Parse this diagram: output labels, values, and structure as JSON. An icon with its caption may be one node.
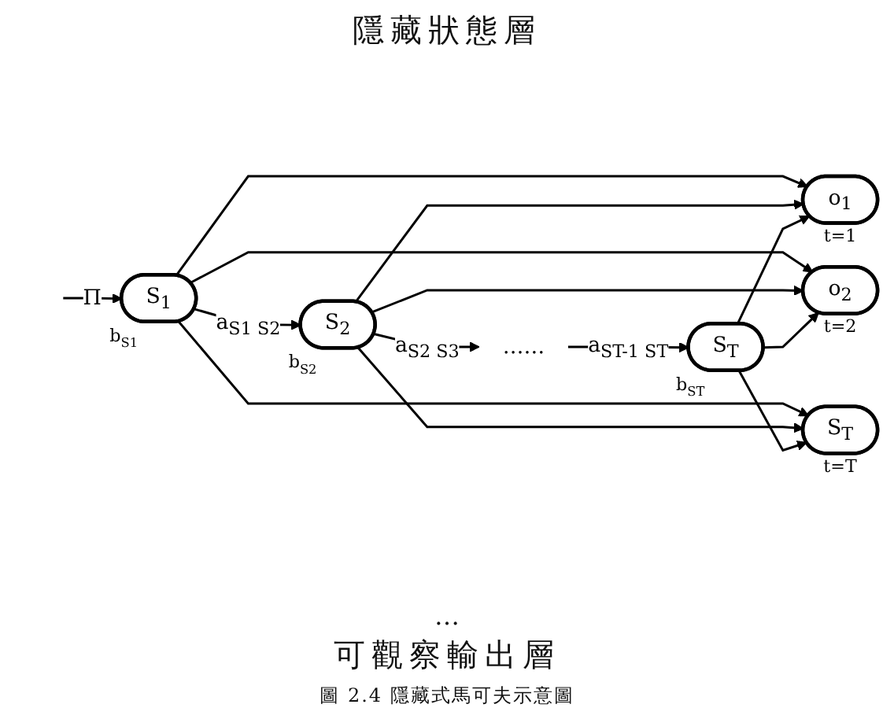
{
  "diagram": {
    "caption": "圖 2.4 隱藏式馬可夫示意圖",
    "nodes": [
      {
        "text": [
          "S$_{1}$"
        ],
        "beside": [
          "b$_{S1}$"
        ]
      },
      {
        "text": [
          "S$_{2}$"
        ],
        "beside": [
          "b$_{S2}$"
        ]
      },
      {
        "text": [
          "……"
        ]
      },
      {
        "text": [
          "S$_{T}$"
        ],
        "beside": [
          "b$_{ST}$"
        ]
      },
      {
        "text": [
          "o$_{1}$"
        ],
        "beside": [
          "t=1"
        ]
      },
      {
        "text": [
          "o$_{2}$"
        ],
        "beside": [
          "t=2"
        ]
      },
      {
        "text": [
          "S$_{T}$"
        ],
        "beside": [
          "t=T"
        ]
      }
    ],
    "edges": [
      {
        "from": null,
        "to": 0,
        "arrow": "to",
        "label": "Π"
      },
      {
        "from": 0,
        "to": 1,
        "arrow": "to",
        "label": "a$_{S1 S2}$"
      },
      {
        "from": 1,
        "to": 2,
        "arrow": "to",
        "label": "a$_{S2 S3}$"
      },
      {
        "from": 2,
        "to": 3,
        "arrow": "to",
        "label": "a$_{ST-1 ST}$"
      },
      {
        "from": 0,
        "to": 4,
        "arrow": "to"
      },
      {
        "from": 0,
        "to": 5,
        "arrow": "to"
      },
      {
        "from": 0,
        "to": 6,
        "arrow": "to"
      },
      {
        "from": 1,
        "to": 4,
        "arrow": "to"
      },
      {
        "from": 1,
        "to": 5,
        "arrow": "to"
      },
      {
        "from": 1,
        "to": 6,
        "arrow": "to"
      },
      {
        "from": 3,
        "to": 4,
        "arrow": "to"
      },
      {
        "from": 3,
        "to": 5,
        "arrow": "to"
      },
      {
        "from": 3,
        "to": 6,
        "arrow": "to"
      }
    ],
    "labels": [
      "隱藏狀態層",
      "…",
      "可觀察輸出層"
    ]
  }
}
